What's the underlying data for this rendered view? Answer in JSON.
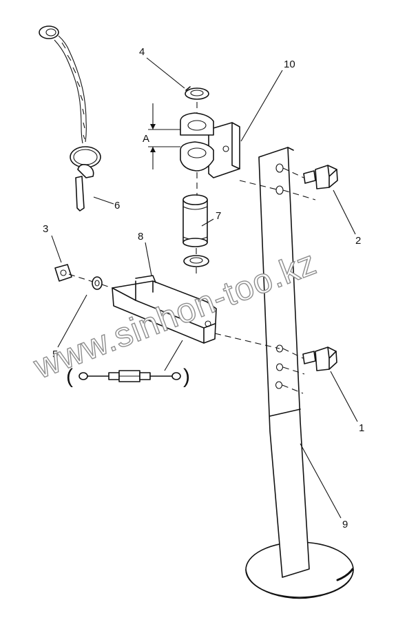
{
  "callouts": {
    "c1": "1",
    "c2": "2",
    "c3": "3",
    "c4": "4",
    "c5": "5",
    "c6": "6",
    "c7": "7",
    "c8": "8",
    "c9": "9",
    "c10": "10"
  },
  "dimension_label": "A",
  "accessory_paren_open": "(",
  "accessory_paren_close": ")",
  "watermark": "www.sinhon-too.kz"
}
